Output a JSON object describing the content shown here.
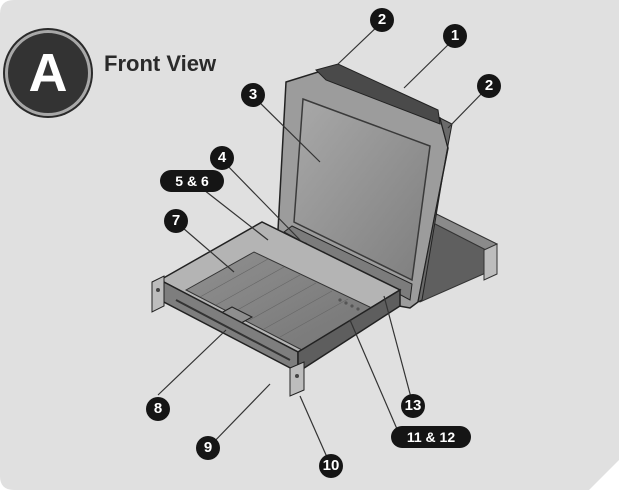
{
  "section_badge": "A",
  "title": "Front View",
  "callouts": {
    "c1": "1",
    "c2a": "2",
    "c2b": "2",
    "c3": "3",
    "c4": "4",
    "c5_6": "5 & 6",
    "c7": "7",
    "c8": "8",
    "c9": "9",
    "c10": "10",
    "c11_12": "11 & 12",
    "c13": "13"
  },
  "colors": {
    "panel_background": "#e0e0e0",
    "callout_fill": "#151515",
    "callout_text": "#ffffff",
    "device_gray": "#9a9a9a",
    "screen_gray": "#888888"
  }
}
